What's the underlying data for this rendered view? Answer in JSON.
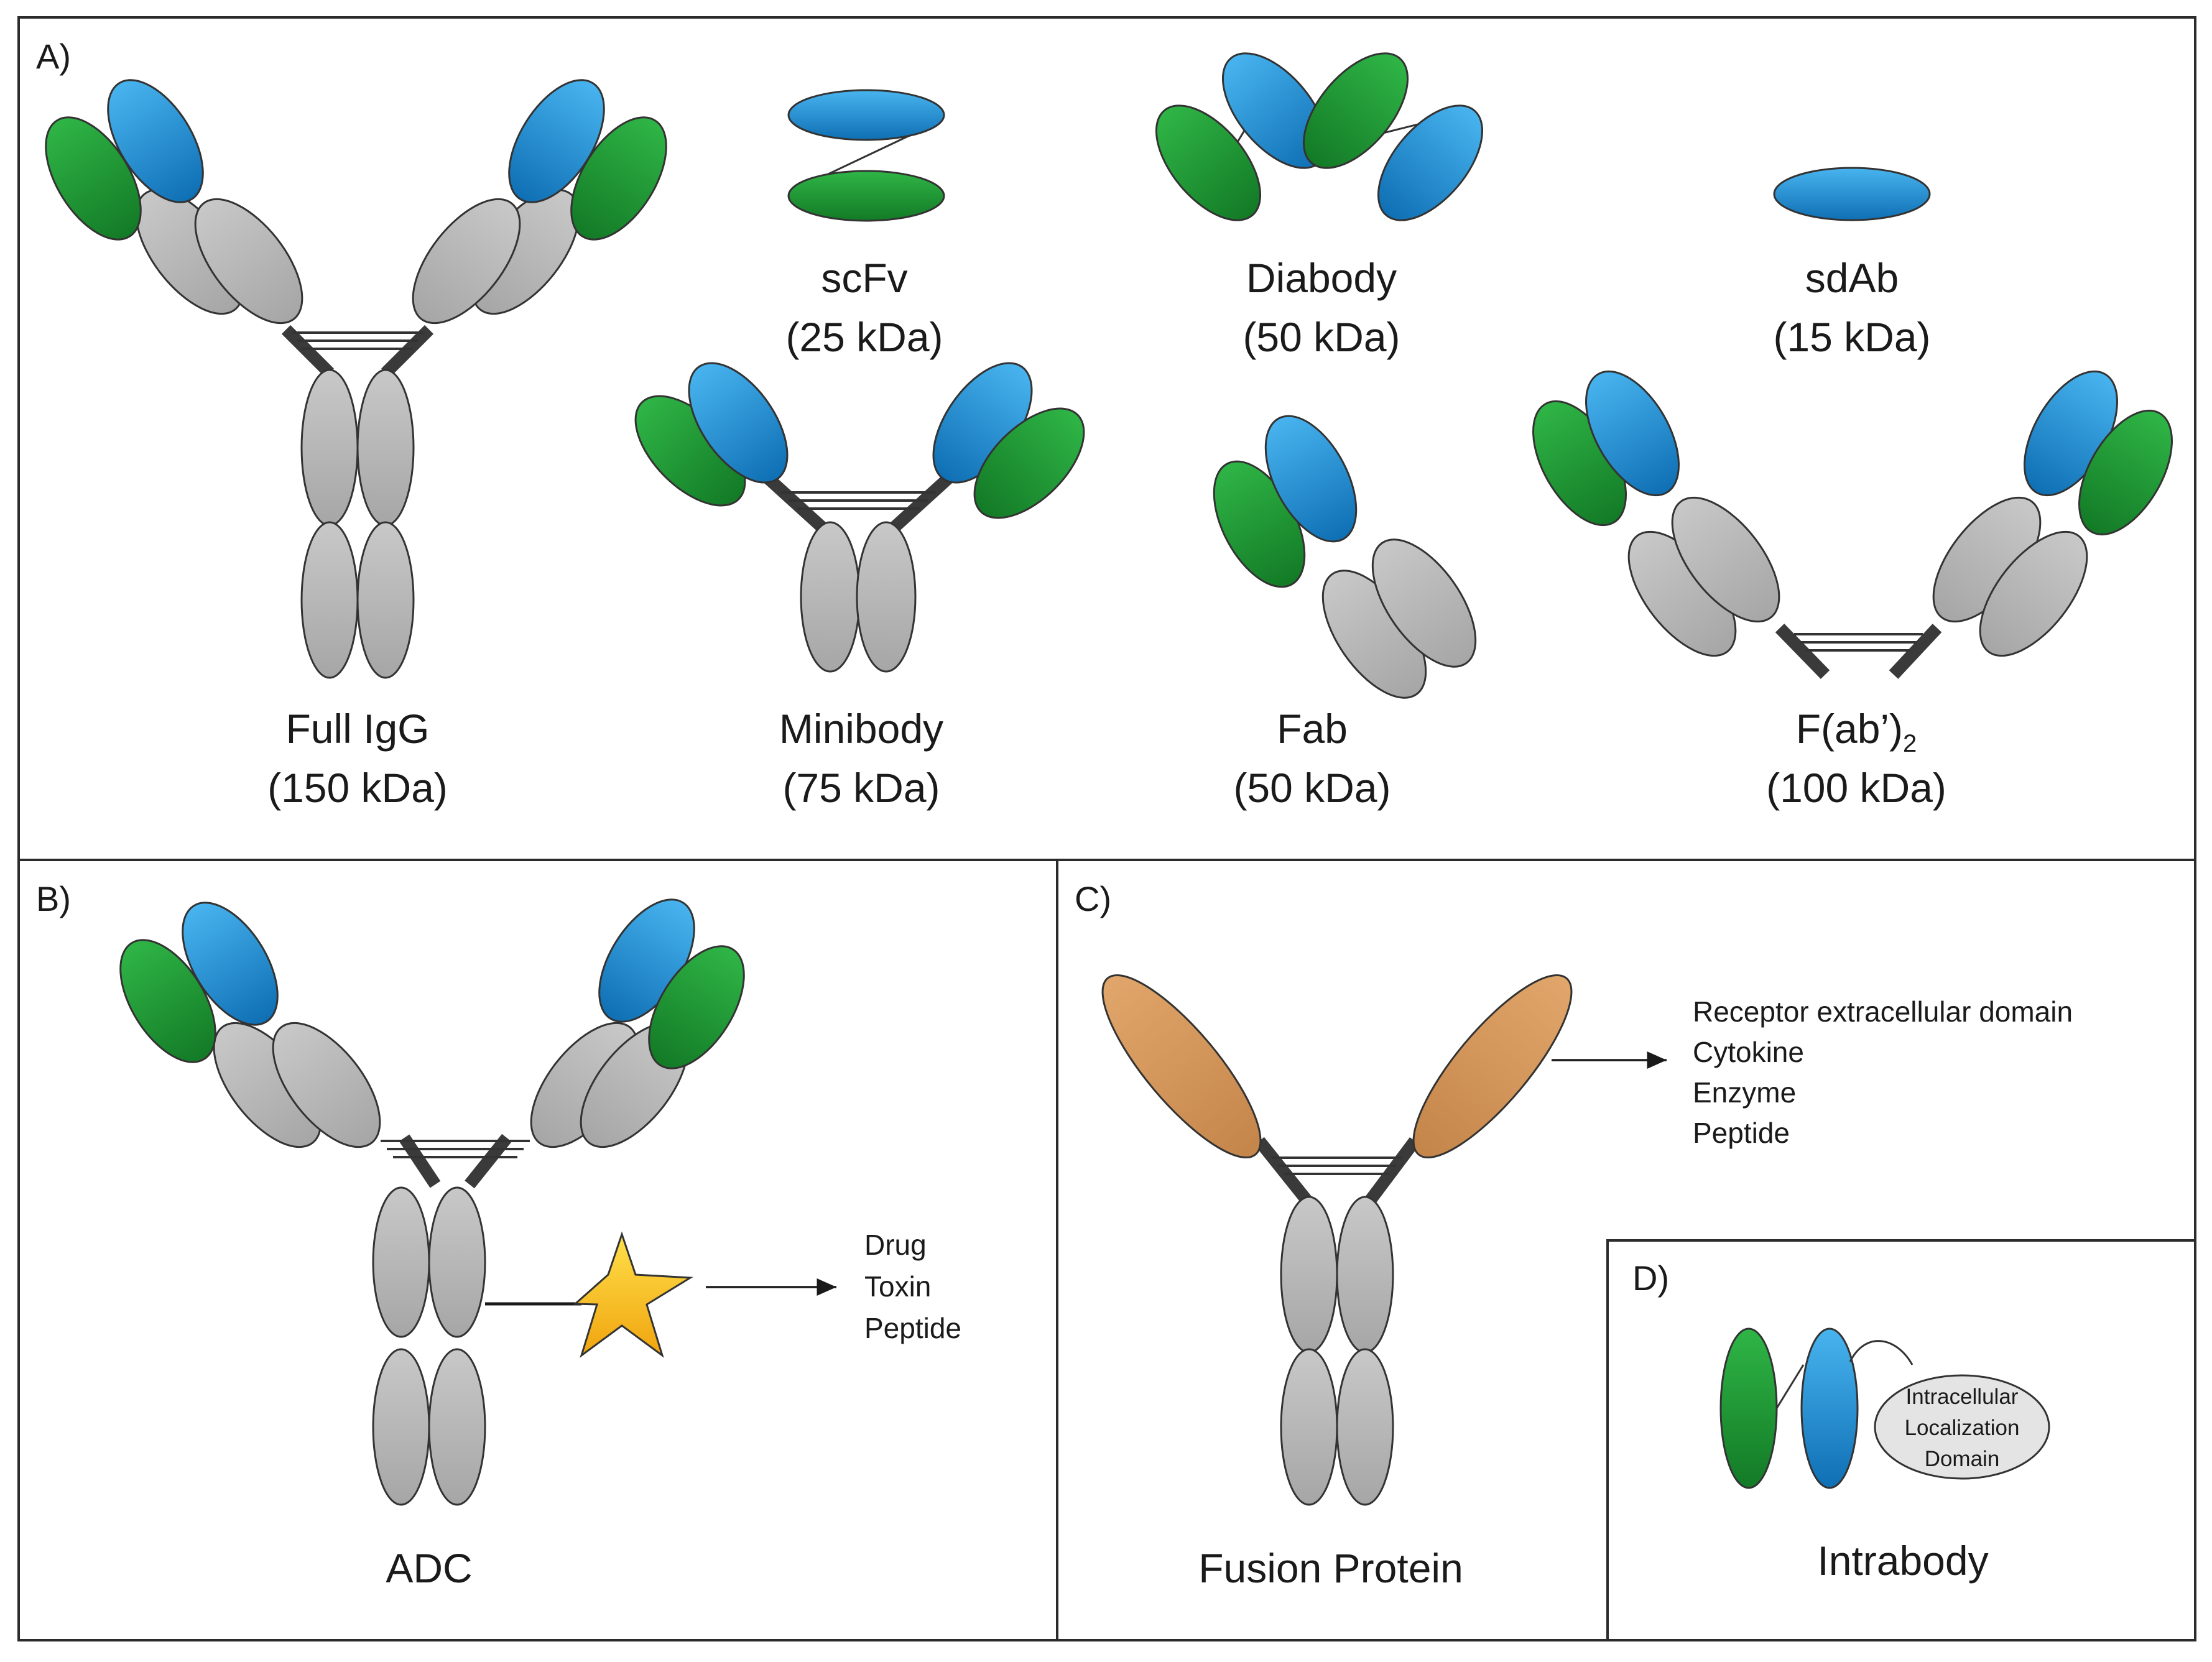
{
  "colors": {
    "vh_blue": "#1f8fd6",
    "vl_green": "#1d9a32",
    "constant_gray": "#b8b8b8",
    "hinge_dark": "#3a3a3a",
    "fusion_orange": "#d49658",
    "star_yellow": "#f7c31e",
    "loc_domain_gray": "#e4e4e4",
    "border": "#2b2b2b"
  },
  "panels": {
    "a": {
      "letter": "A)"
    },
    "b": {
      "letter": "B)"
    },
    "c": {
      "letter": "C)"
    },
    "d": {
      "letter": "D)"
    }
  },
  "formats": {
    "full_igg": {
      "name": "Full IgG",
      "mass": "(150 kDa)"
    },
    "scfv": {
      "name": "scFv",
      "mass": "(25 kDa)"
    },
    "diabody": {
      "name": "Diabody",
      "mass": "(50 kDa)"
    },
    "sdab": {
      "name": "sdAb",
      "mass": "(15 kDa)"
    },
    "minibody": {
      "name": "Minibody",
      "mass": "(75 kDa)"
    },
    "fab": {
      "name": "Fab",
      "mass": "(50 kDa)"
    },
    "fab2": {
      "name_main": "F(ab’)",
      "name_sub": "2",
      "mass": "(100 kDa)"
    }
  },
  "adc": {
    "name": "ADC",
    "payloads": [
      "Drug",
      "Toxin",
      "Peptide"
    ]
  },
  "fusion": {
    "name": "Fusion Protein",
    "partners": [
      "Receptor extracellular domain",
      "Cytokine",
      "Enzyme",
      "Peptide"
    ]
  },
  "intrabody": {
    "name": "Intrabody",
    "domain_lines": [
      "Intracellular",
      "Localization",
      "Domain"
    ]
  }
}
